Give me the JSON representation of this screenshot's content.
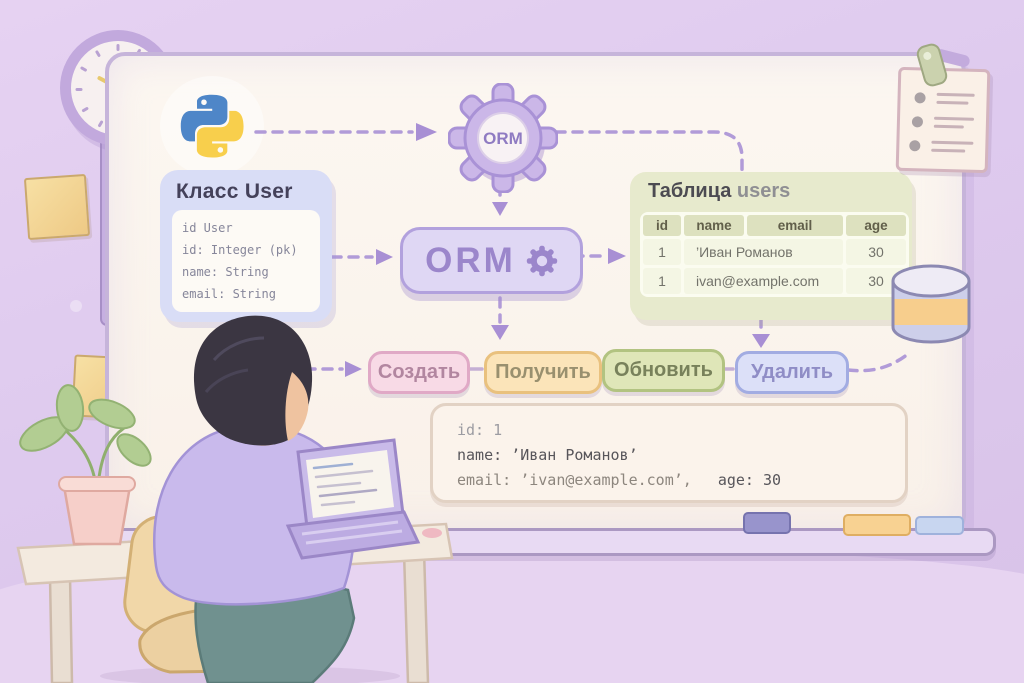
{
  "palette": {
    "wall": "#dfc9ee",
    "whiteboard": "#fbf5ef",
    "accent_purple": "#9b86cb",
    "dashed_connector": "#b19bd8",
    "create_button_bg": "#f8dae6",
    "read_button_bg": "#fbe4b9",
    "update_button_bg": "#dfe6b8",
    "delete_button_bg": "#dce0f8",
    "class_panel_bg": "#d9ddf6",
    "table_panel_bg": "#e7eacd",
    "python_blue": "#4e86c8",
    "python_yellow": "#f8cf4c",
    "db_band_yellow": "#f7ce8d"
  },
  "icons": {
    "python_logo": "python-two-snakes",
    "orm_gear": "gear",
    "orm_button_gear": "gear",
    "database": "database-cylinder"
  },
  "class_panel": {
    "title": "Класс User",
    "code_lines": [
      "id User",
      "id: Integer (pk)",
      "name: String",
      "email: String"
    ]
  },
  "orm_gear": {
    "label": "ORM"
  },
  "orm_button": {
    "label": "ORM"
  },
  "users_table": {
    "title": "Таблица",
    "title_accent": "users",
    "columns": [
      "id",
      "name",
      "email",
      "age"
    ],
    "rows": [
      [
        "1",
        "’Иван Романов",
        "30"
      ],
      [
        "1",
        "ivan@example.com",
        "30"
      ]
    ]
  },
  "crud_buttons": {
    "create": "Создать",
    "read": "Получить",
    "update": "Обновить",
    "delete": "Удалить"
  },
  "record_box": {
    "line_id": "id: 1",
    "line_name": "name: ’Иван Романов’",
    "line_email": "email: ’ivan@example.com’,",
    "line_age": "age: 30"
  }
}
